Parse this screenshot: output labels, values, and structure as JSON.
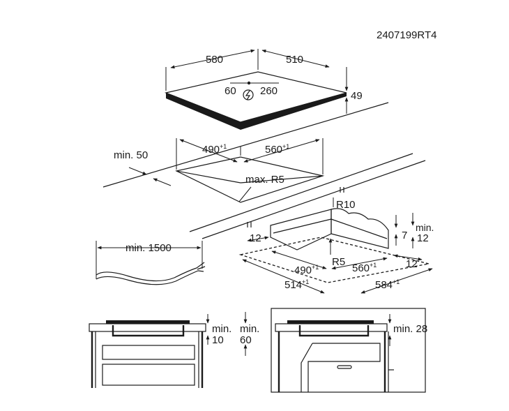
{
  "drawing_code": "2407199RT4",
  "hob": {
    "width": "580",
    "depth": "510",
    "cable_x": "60",
    "cable_y": "260",
    "height": "49"
  },
  "cutout": {
    "depth": "490",
    "width": "560",
    "tolerance": "+1",
    "edge": "min. 50",
    "radius": "max. R5"
  },
  "frame": {
    "r_outer": "R10",
    "r_inner": "R5",
    "min": "min.",
    "d12a": "12",
    "d7": "7",
    "d12b": "12",
    "d12c": "12",
    "d490": "490",
    "d560": "560",
    "d514": "514",
    "d584": "584",
    "tolerance": "+1"
  },
  "cable": {
    "length": "min. 1500"
  },
  "side_left": {
    "min_a": "min.",
    "val_a": "10",
    "min_b": "min.",
    "val_b": "60"
  },
  "side_right": {
    "clearance": "min. 28"
  },
  "colors": {
    "line": "#1a1a1a",
    "background": "#ffffff"
  }
}
